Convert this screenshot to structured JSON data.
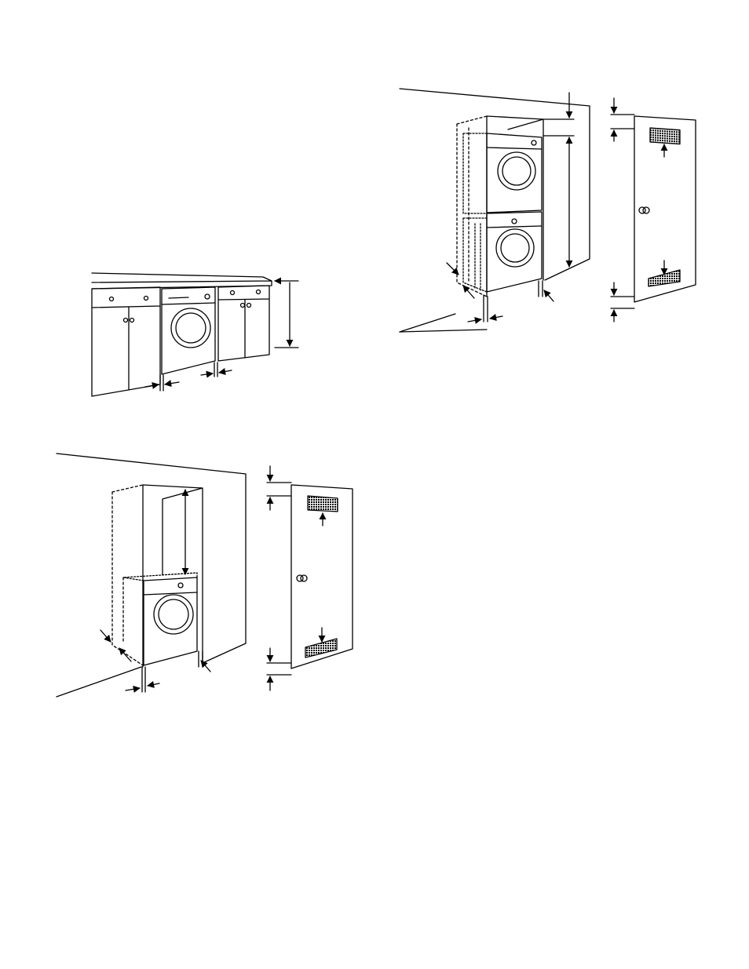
{
  "page": {
    "background": "#ffffff",
    "ink": "#000000"
  },
  "diagrams": [
    {
      "id": "under-counter-installation",
      "text": []
    },
    {
      "id": "stacked-closet-installation",
      "text": []
    },
    {
      "id": "single-closet-installation",
      "text": []
    },
    {
      "id": "closet-door-vents-top",
      "text": []
    },
    {
      "id": "closet-door-vents-bottom",
      "text": []
    }
  ]
}
